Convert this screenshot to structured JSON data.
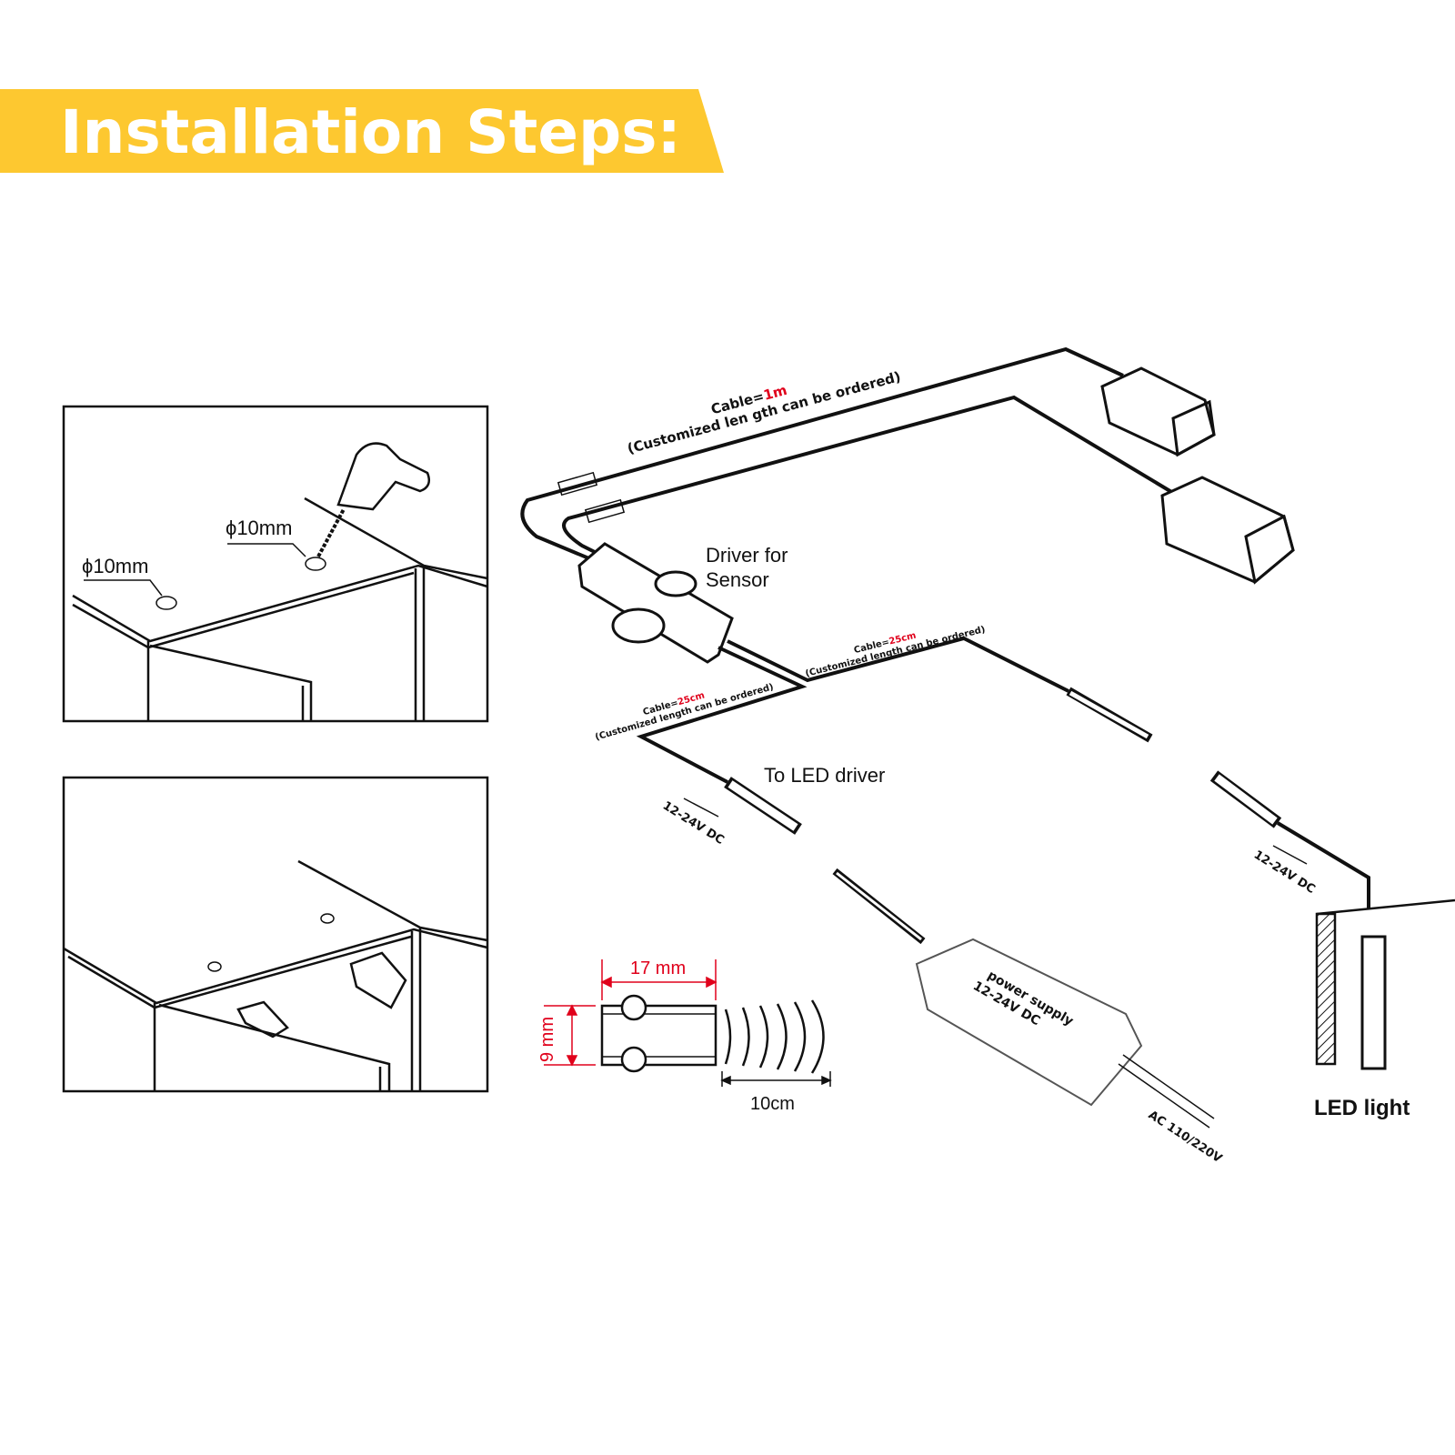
{
  "banner": {
    "title": "Installation Steps:",
    "color": "#FDC830"
  },
  "step1": {
    "hole_label_1": "ϕ10mm",
    "hole_label_2": "ϕ10mm"
  },
  "wiring": {
    "cable_main_prefix": "Cable=",
    "cable_main_value": "1m",
    "cable_main_note": "(Customized len gth can be ordered)",
    "driver_label_line1": "Driver for",
    "driver_label_line2": "Sensor",
    "cable_right_prefix": "Cable=",
    "cable_right_value": "25cm",
    "cable_right_note": "(Customized length can be ordered)",
    "cable_left_prefix": "Cable=",
    "cable_left_value": "25cm",
    "cable_left_note": "(Customized length can be ordered)",
    "to_led_driver": "To LED driver",
    "voltage_left": "12-24V DC",
    "voltage_right": "12-24V DC",
    "power_supply_line1": "power supply",
    "power_supply_line2": "12-24V DC",
    "ac_input": "AC 110/220V",
    "led_light": "LED light",
    "highlight_color": "#E0001B"
  },
  "dimensions": {
    "width": "17 mm",
    "height": "9 mm",
    "range": "10cm",
    "dim_color": "#E0001B"
  }
}
